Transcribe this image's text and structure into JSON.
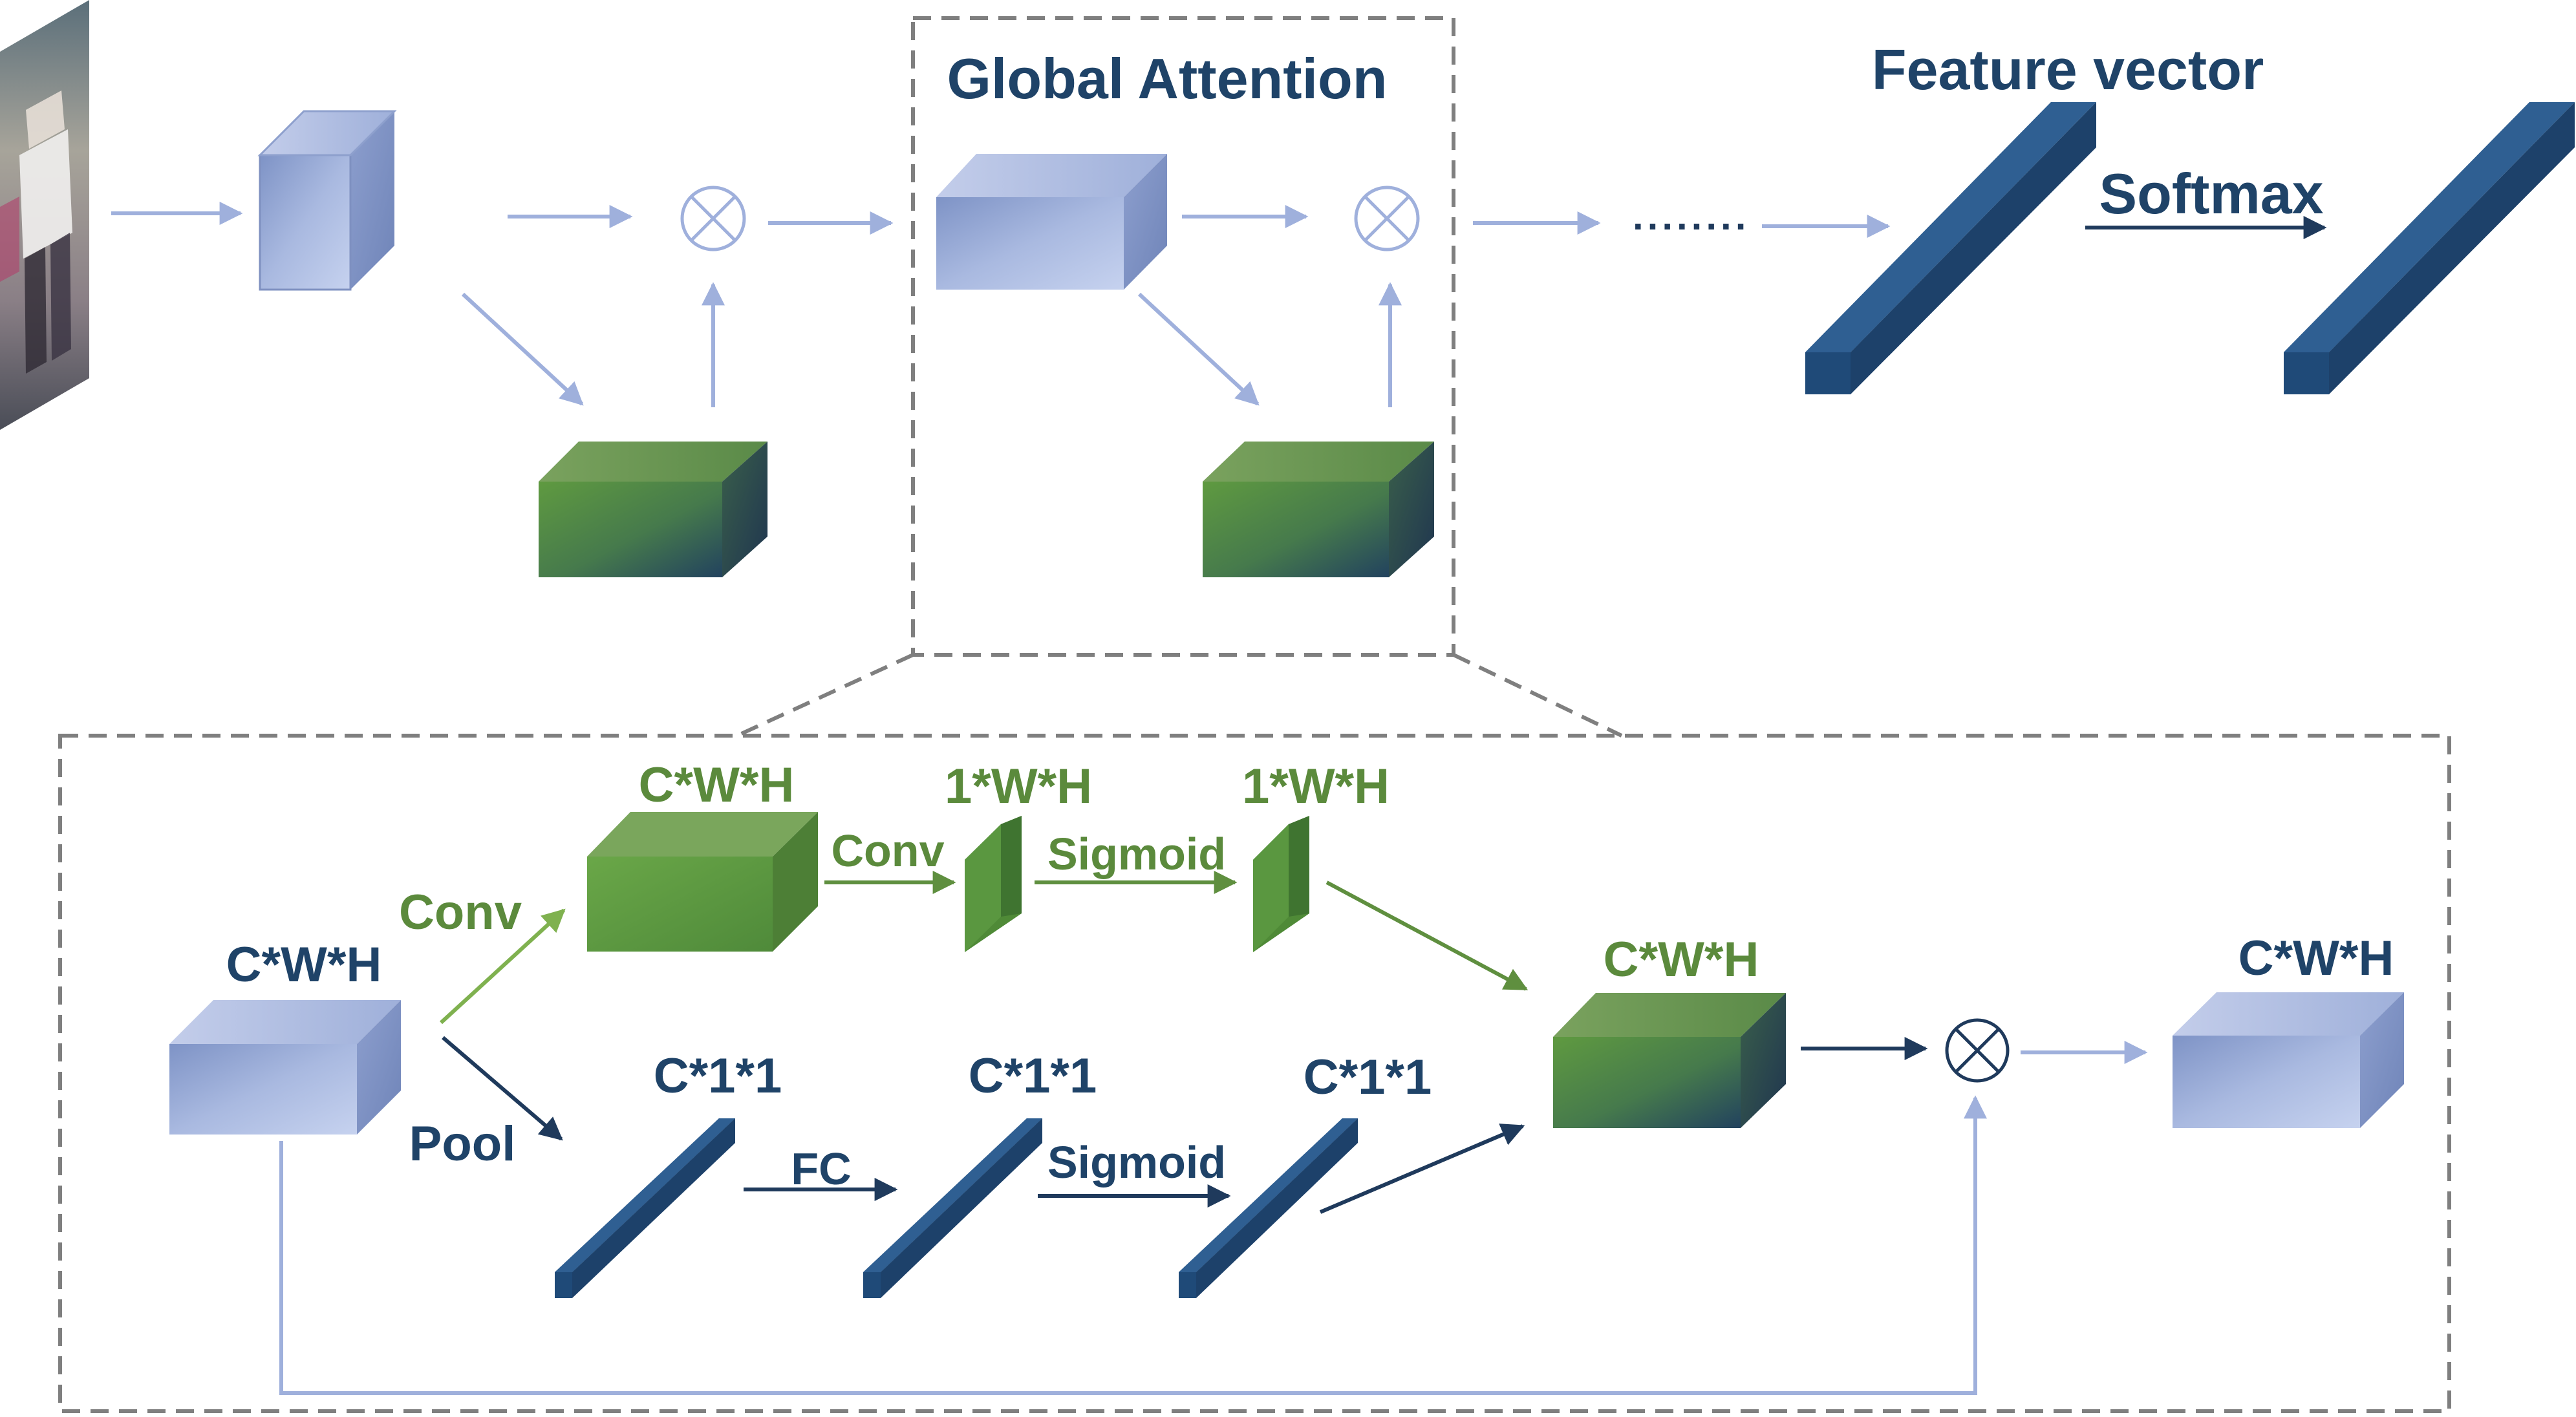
{
  "top": {
    "global_attention_label": "Global Attention",
    "feature_vector_label": "Feature vector",
    "softmax_label": "Softmax",
    "ellipsis": "........"
  },
  "detail": {
    "input_dim": "C*W*H",
    "spatial_conv_out_dim": "C*W*H",
    "spatial_map_dim": "1*W*H",
    "spatial_sigmoid_dim": "1*W*H",
    "merged_dim": "C*W*H",
    "output_dim": "C*W*H",
    "pool_out_dim": "C*1*1",
    "fc_out_dim": "C*1*1",
    "channel_sigmoid_dim": "C*1*1",
    "conv_label_1": "Conv",
    "conv_label_2": "Conv",
    "sigmoid_label_1": "Sigmoid",
    "sigmoid_label_2": "Sigmoid",
    "pool_label": "Pool",
    "fc_label": "FC"
  },
  "colors": {
    "blue_face": "#a6b7de",
    "green_face": "#5f8f45",
    "navy_bar": "#1f4a78",
    "light_arrow": "#9fb0dc",
    "dark_arrow": "#1f3a5c",
    "green_arrow": "#5f8f3f",
    "dashed_border": "#7f7f7f"
  }
}
